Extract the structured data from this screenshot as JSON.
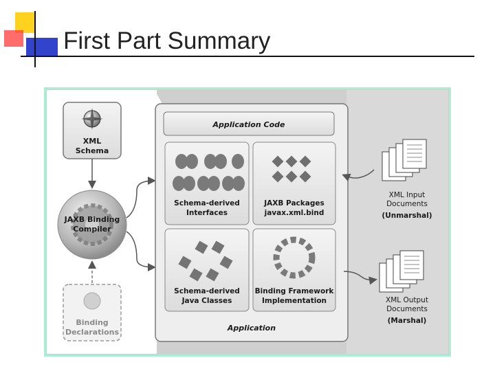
{
  "slide": {
    "title": "First Part Summary"
  },
  "diagram": {
    "xml_schema": [
      "XML",
      "Schema"
    ],
    "binding_compiler": [
      "JAXB Binding",
      "Compiler"
    ],
    "binding_declarations": [
      "Binding",
      "Declarations"
    ],
    "application_code": "Application Code",
    "schema_derived_interfaces": [
      "Schema-derived",
      "Interfaces"
    ],
    "jaxb_packages": [
      "JAXB Packages",
      "javax.xml.bind"
    ],
    "schema_derived_classes": [
      "Schema-derived",
      "Java Classes"
    ],
    "binding_framework": [
      "Binding Framework",
      "Implementation"
    ],
    "application": "Application",
    "xml_input": [
      "XML Input",
      "Documents",
      "(Unmarshal)"
    ],
    "xml_output": [
      "XML Output",
      "Documents",
      "(Marshal)"
    ]
  },
  "colors": {
    "frame": "#a8f0d4",
    "panel_bg": "#d6d6d6",
    "accent_yellow": "#ffd21f",
    "accent_red": "#ff3b3b",
    "accent_blue": "#3344cc"
  }
}
